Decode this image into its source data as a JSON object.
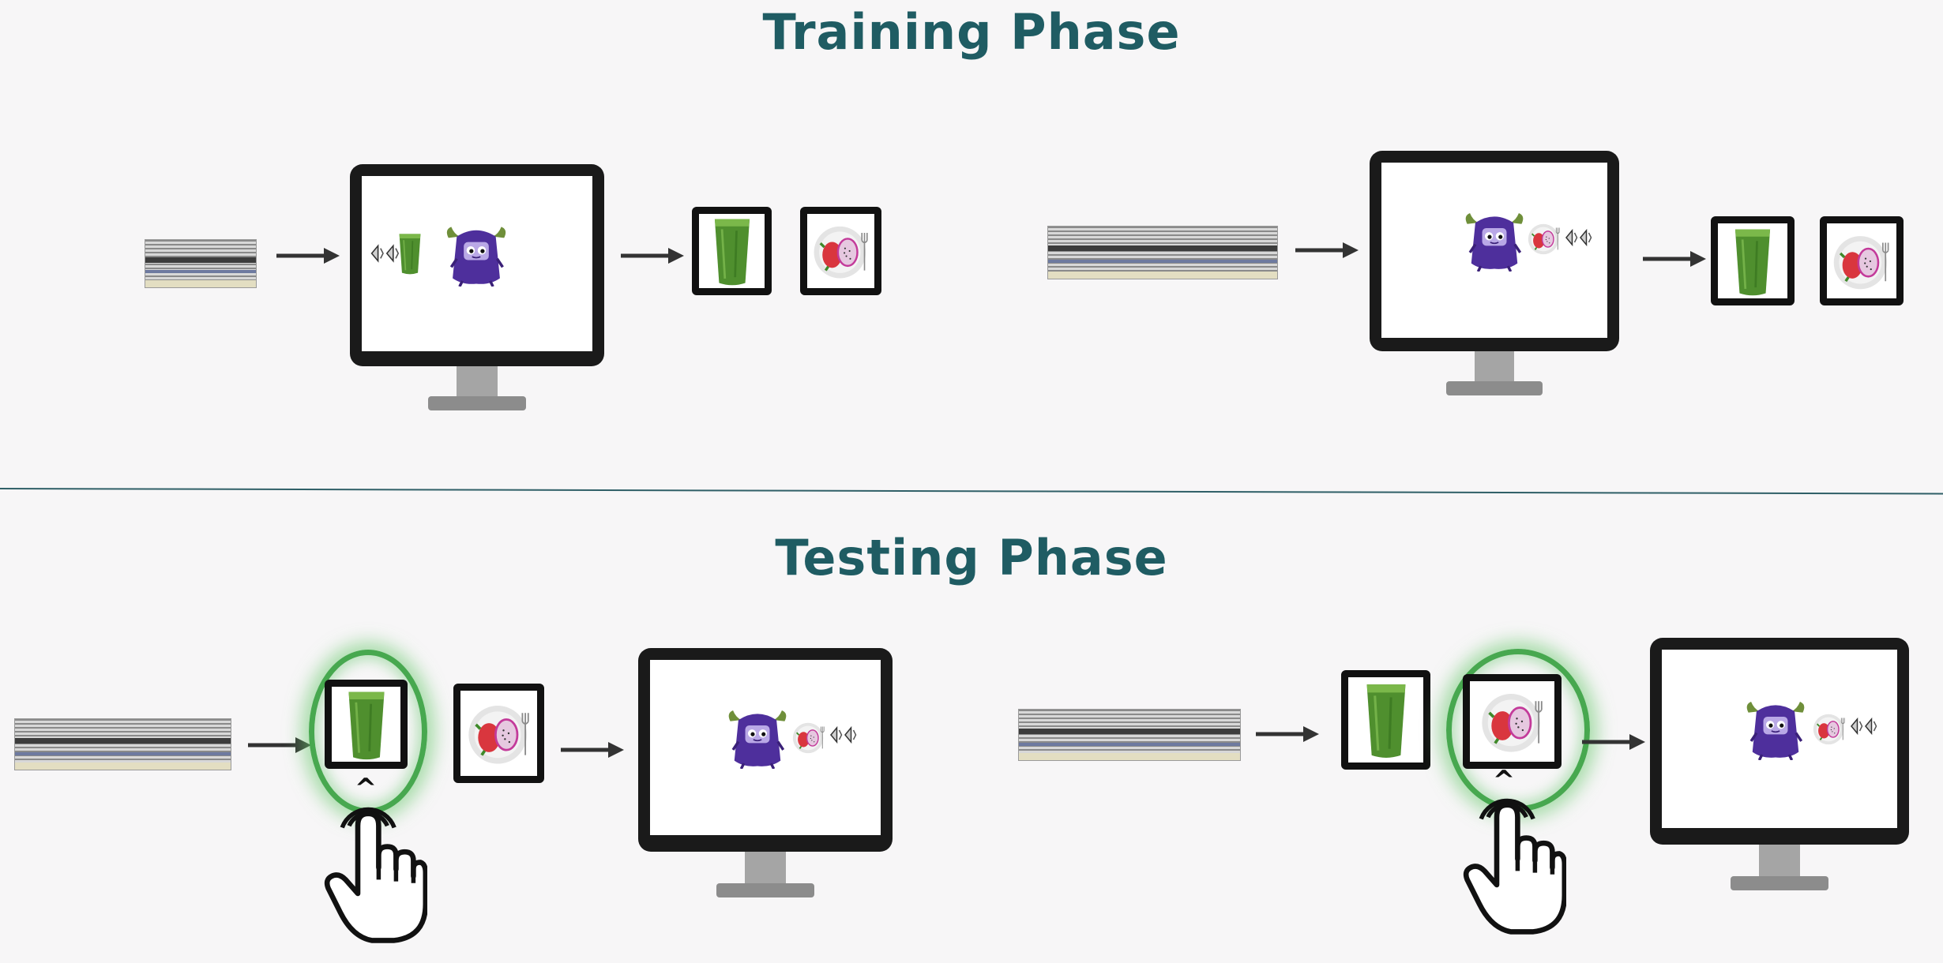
{
  "training": {
    "title": "Training Phase"
  },
  "testing": {
    "title": "Testing Phase"
  },
  "colors": {
    "title": "#1f5c63",
    "divider": "#2f5f67",
    "glow": "#47a84f",
    "monster": "#5b3aa8",
    "drink": "#4f8f2e"
  },
  "icons": {
    "start": "start-button-bar",
    "monitor": "computer-monitor-icon",
    "drink": "green-smoothie-icon",
    "food": "dragonfruit-plate-icon",
    "speaker": "speaker-icon",
    "monster": "purple-monster-icon",
    "hand": "pointing-hand-icon"
  }
}
